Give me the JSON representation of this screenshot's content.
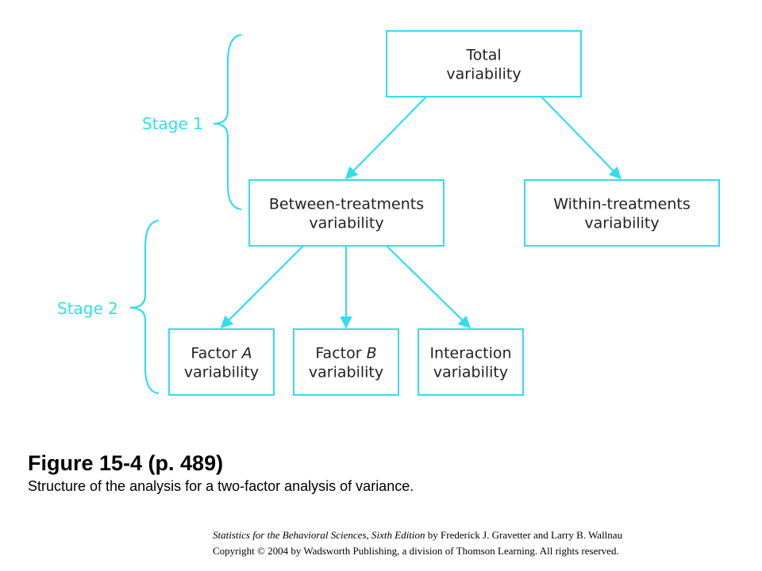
{
  "colors": {
    "accent": "#33ddee",
    "text": "#222222"
  },
  "diagram": {
    "nodes": [
      {
        "id": "total",
        "lines": [
          "Total",
          "variability"
        ]
      },
      {
        "id": "between",
        "lines": [
          "Between-treatments",
          "variability"
        ]
      },
      {
        "id": "within",
        "lines": [
          "Within-treatments",
          "variability"
        ]
      },
      {
        "id": "factorA",
        "lines": [
          "Factor A",
          "variability"
        ],
        "italic": "A"
      },
      {
        "id": "factorB",
        "lines": [
          "Factor B",
          "variability"
        ],
        "italic": "B"
      },
      {
        "id": "interaction",
        "lines": [
          "Interaction",
          "variability"
        ]
      }
    ],
    "edges": [
      [
        "total",
        "between"
      ],
      [
        "total",
        "within"
      ],
      [
        "between",
        "factorA"
      ],
      [
        "between",
        "factorB"
      ],
      [
        "between",
        "interaction"
      ]
    ],
    "stages": [
      "Stage 1",
      "Stage 2"
    ]
  },
  "caption": {
    "title": "Figure 15-4  (p. 489)",
    "text": "Structure of the analysis for a two-factor analysis of variance."
  },
  "credits": {
    "book_title": "Statistics for the Behavioral Sciences, Sixth Edition",
    "authors": " by Frederick J. Gravetter and Larry B. Wallnau",
    "copyright": "Copyright © 2004 by Wadsworth Publishing, a division of Thomson Learning.  All rights reserved."
  }
}
